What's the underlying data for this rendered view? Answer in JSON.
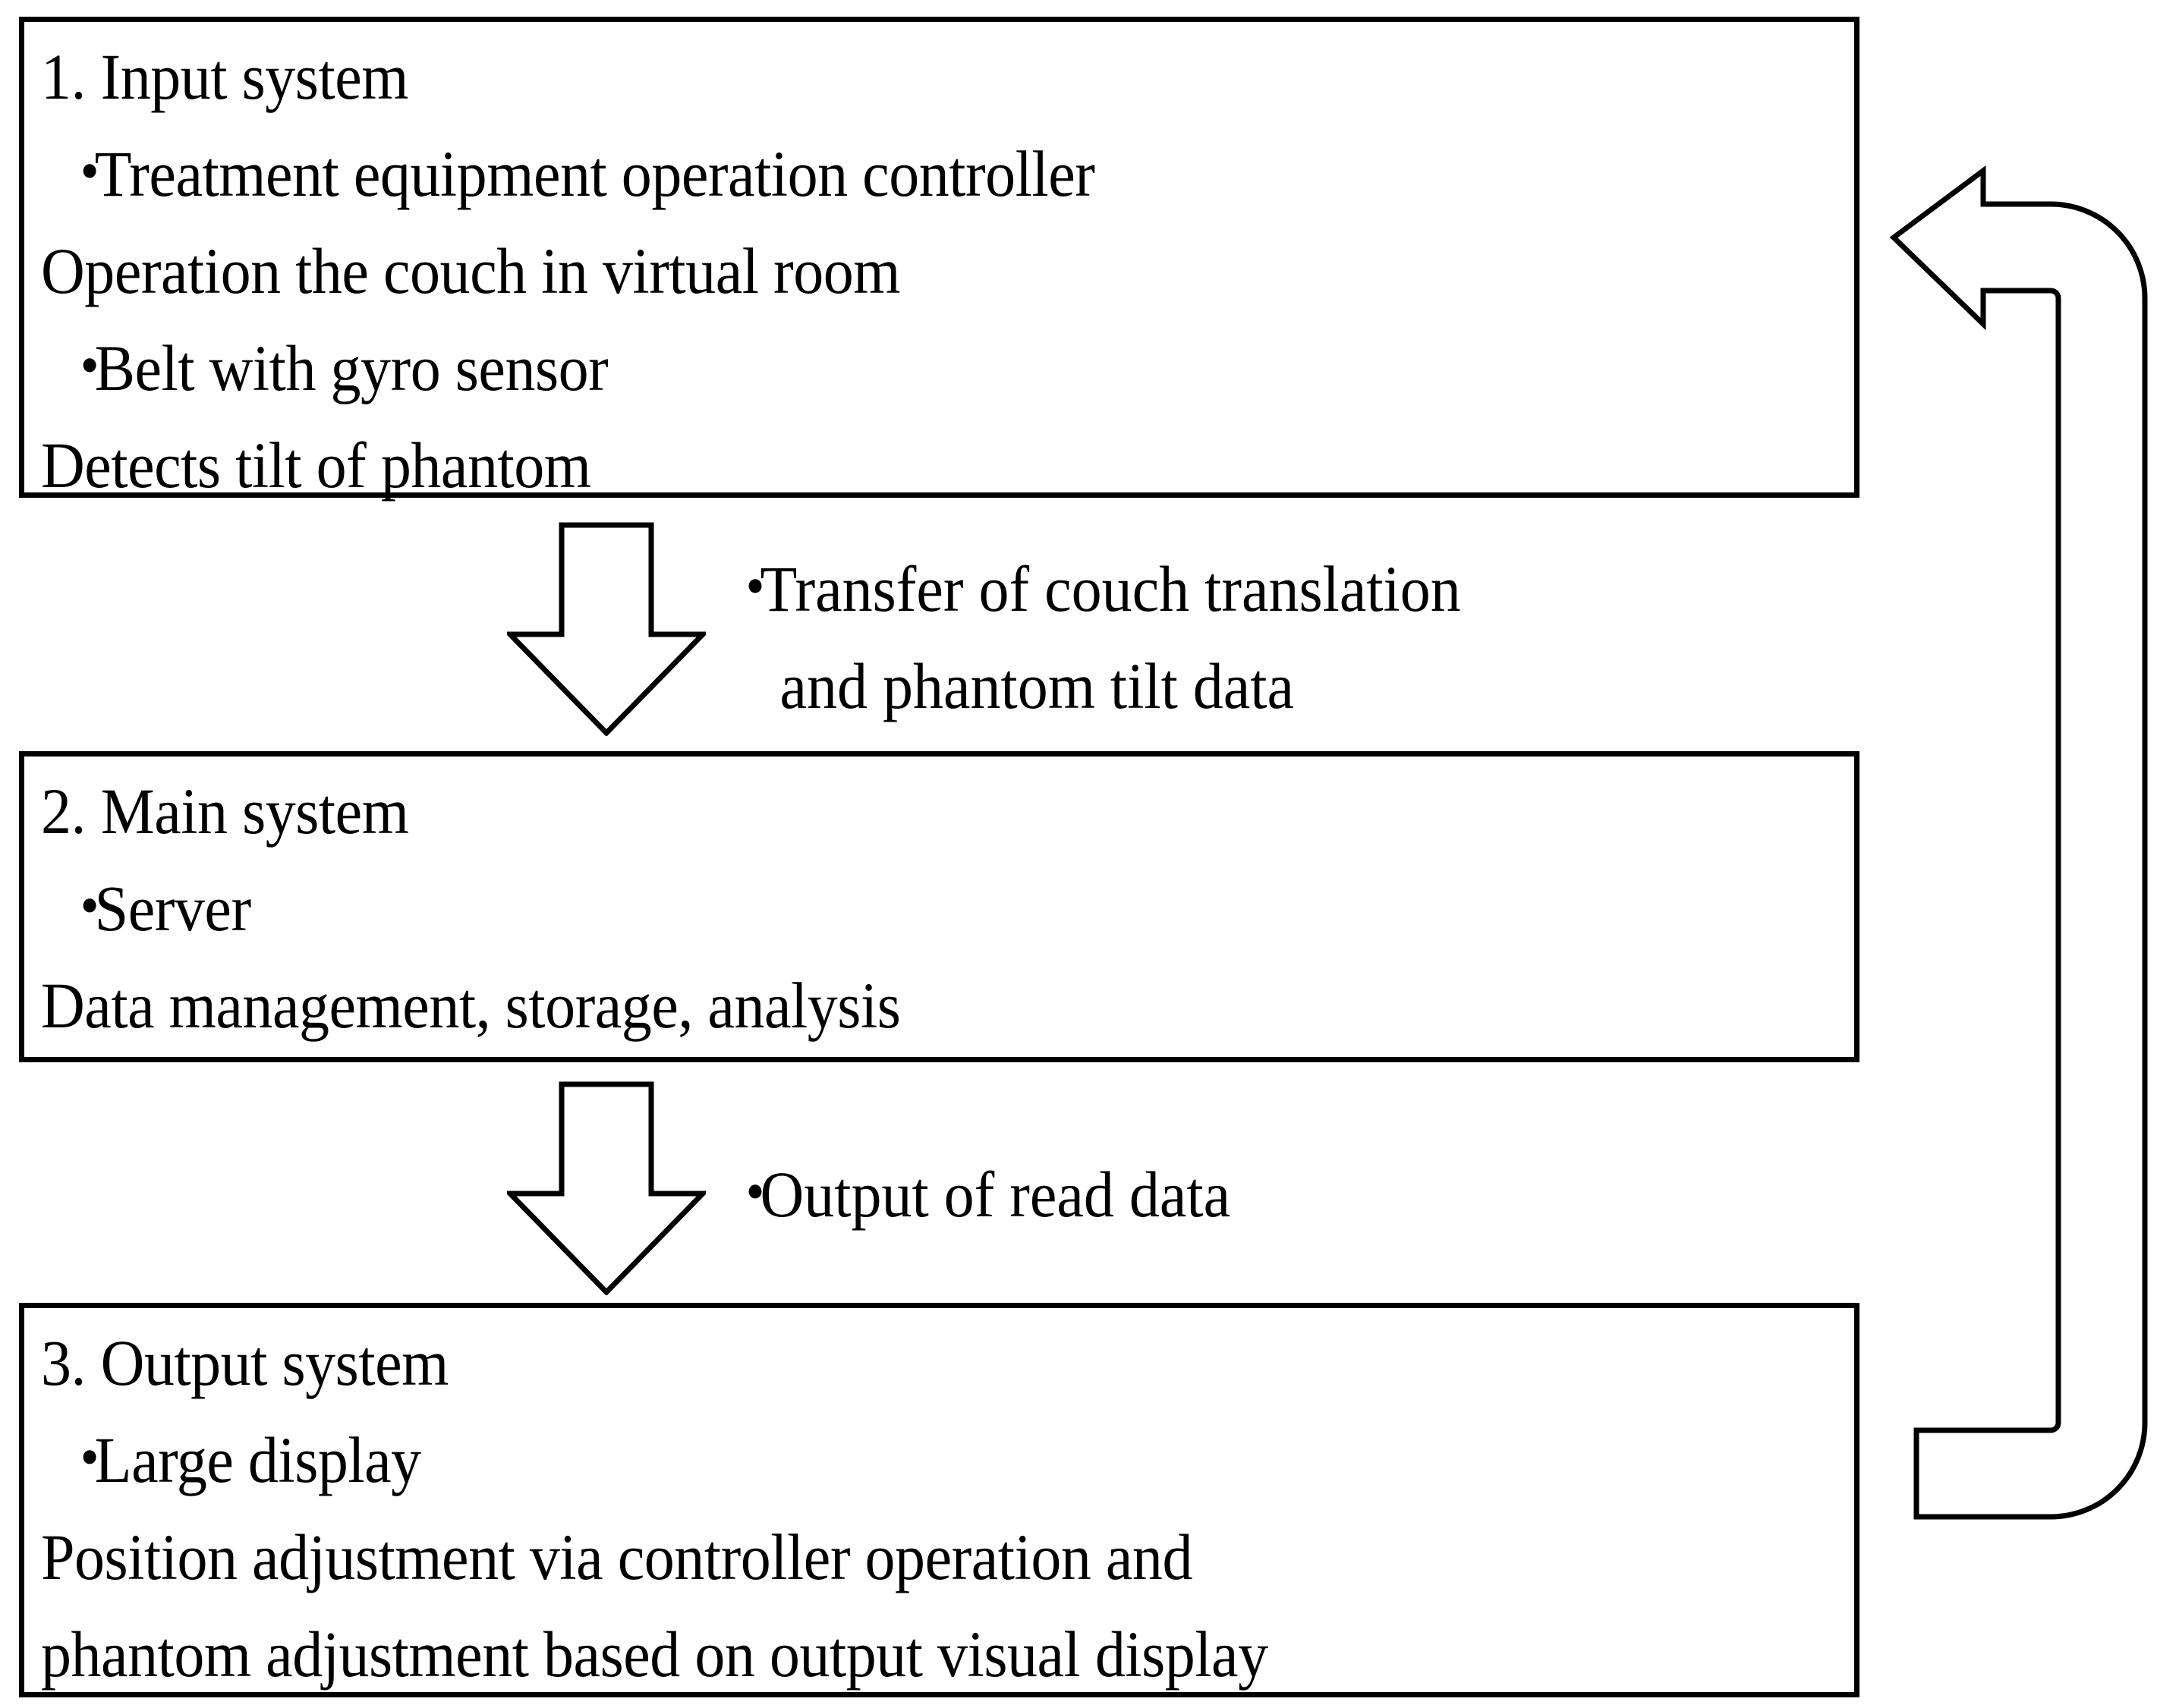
{
  "diagram": {
    "title": "System block diagram",
    "bullet_glyph": "・",
    "line_color": "#000000",
    "background_color": "#ffffff"
  },
  "boxes": [
    {
      "id": "input-system",
      "heading": "1. Input system",
      "lines": [
        {
          "type": "heading",
          "text": "1. Input system"
        },
        {
          "type": "bullet",
          "text": "Treatment equipment operation controller"
        },
        {
          "type": "detail",
          "text": "Operation the couch in virtual room"
        },
        {
          "type": "bullet",
          "text": "Belt with gyro sensor"
        },
        {
          "type": "detail",
          "text": "Detects tilt of phantom"
        }
      ]
    },
    {
      "id": "main-system",
      "heading": "2. Main system",
      "lines": [
        {
          "type": "heading",
          "text": "2. Main system"
        },
        {
          "type": "bullet",
          "text": "Server"
        },
        {
          "type": "detail",
          "text": "Data management, storage, analysis"
        }
      ]
    },
    {
      "id": "output-system",
      "heading": "3. Output system",
      "lines": [
        {
          "type": "heading",
          "text": "3. Output system"
        },
        {
          "type": "bullet",
          "text": "Large display"
        },
        {
          "type": "detail",
          "text": "Position adjustment via controller operation and"
        },
        {
          "type": "detail",
          "text": "phantom adjustment based on output visual display"
        }
      ]
    }
  ],
  "arrows": [
    {
      "id": "input-to-main",
      "direction": "down",
      "label_line_1": "Transfer of couch translation",
      "label_line_2": "and phantom tilt data"
    },
    {
      "id": "main-to-output",
      "direction": "down",
      "label_line_1": "Output of read data",
      "label_line_2": ""
    },
    {
      "id": "output-to-input-feedback",
      "direction": "left-loop",
      "label_line_1": "",
      "label_line_2": ""
    }
  ],
  "box_texts": {
    "b1": {
      "l1": "1. Input system",
      "l2": "Treatment equipment operation controller",
      "l3": "Operation the couch in virtual room",
      "l4": "Belt with gyro sensor",
      "l5": "Detects tilt of phantom"
    },
    "b2": {
      "l1": "2. Main system",
      "l2": "Server",
      "l3": "Data management, storage, analysis"
    },
    "b3": {
      "l1": "3. Output system",
      "l2": "Large display",
      "l3": "Position adjustment via controller operation and",
      "l4": "phantom adjustment based on output visual display"
    }
  },
  "bullets": {
    "dot": "・"
  },
  "labels": {
    "a1l1": "Transfer of couch translation",
    "a1l2": "and phantom tilt data",
    "a2l1": "Output of read data"
  }
}
